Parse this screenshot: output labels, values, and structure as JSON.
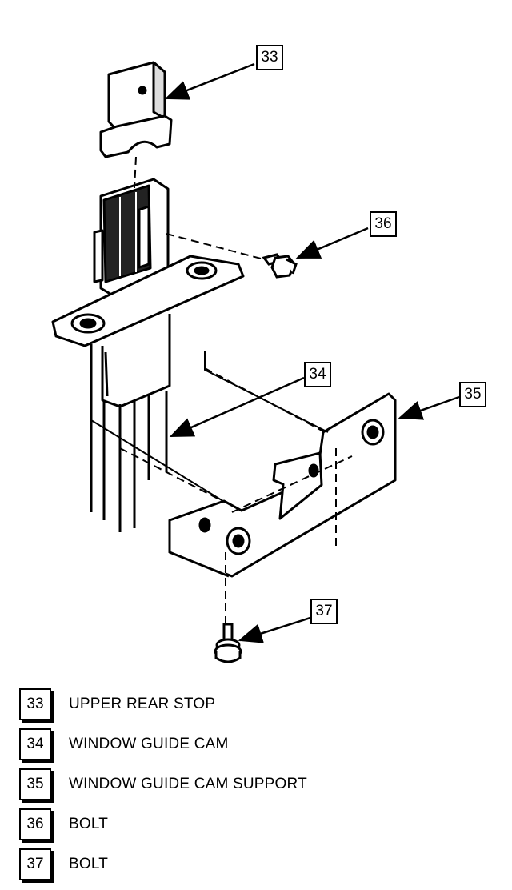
{
  "callouts": [
    {
      "id": "33"
    },
    {
      "id": "36"
    },
    {
      "id": "34"
    },
    {
      "id": "35"
    },
    {
      "id": "37"
    }
  ],
  "legend": [
    {
      "number": "33",
      "label": "UPPER REAR STOP"
    },
    {
      "number": "34",
      "label": "WINDOW GUIDE CAM"
    },
    {
      "number": "35",
      "label": "WINDOW GUIDE CAM SUPPORT"
    },
    {
      "number": "36",
      "label": "BOLT"
    },
    {
      "number": "37",
      "label": "BOLT"
    }
  ]
}
